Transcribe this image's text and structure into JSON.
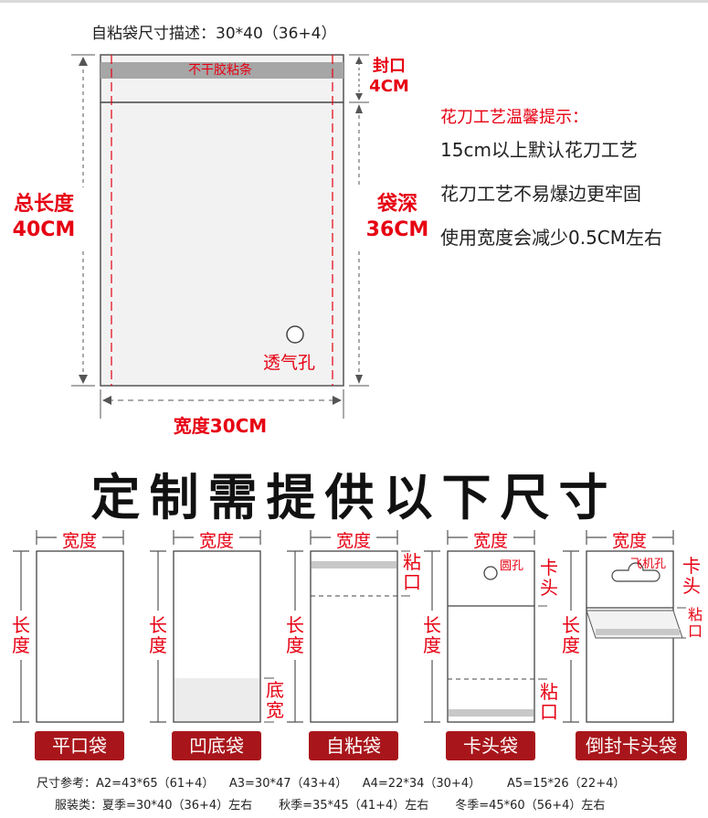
{
  "spec_title": "自粘袋尺寸描述：30*40（36+4）",
  "strip_label": "不干胶粘条",
  "seal": {
    "line1": "封口",
    "line2": "4CM"
  },
  "total_length": {
    "line1": "总长度",
    "line2": "40CM"
  },
  "bag_depth": {
    "line1": "袋深",
    "line2": "36CM"
  },
  "vent_label": "透气孔",
  "width_label": "宽度30CM",
  "tips": {
    "title": "花刀工艺温馨提示：",
    "items": [
      "15cm以上默认花刀工艺",
      "花刀工艺不易爆边更牢固",
      "使用宽度会减少0.5CM左右"
    ]
  },
  "heading": "定制需提供以下尺寸",
  "dim": {
    "width": "宽度",
    "length_1": "长",
    "length_2": "度"
  },
  "bags": [
    {
      "name": "平口袋"
    },
    {
      "name": "凹底袋",
      "side_1": "底",
      "side_2": "宽"
    },
    {
      "name": "自粘袋",
      "side_1": "粘",
      "side_2": "口"
    },
    {
      "name": "卡头袋",
      "hole": "圆孔",
      "side_top_1": "卡",
      "side_top_2": "头",
      "side_1": "粘",
      "side_2": "口"
    },
    {
      "name": "倒封卡头袋",
      "hole": "飞机孔",
      "side_top_1": "卡",
      "side_top_2": "头",
      "side_1": "粘",
      "side_2": "口"
    }
  ],
  "reference": "尺寸参考：A2=43*65（61+4）    A3=30*47（43+4）    A4=22*34（30+4）       A5=15*26（22+4）",
  "clothing": "服装类：夏季=30*40（36+4）左右       秋季=35*45（41+4）左右       冬季=45*60（56+4）左右",
  "colors": {
    "accent_red": "#e60012",
    "label_bg": "#a8161b",
    "strip_gray": "#a6a6a6"
  }
}
